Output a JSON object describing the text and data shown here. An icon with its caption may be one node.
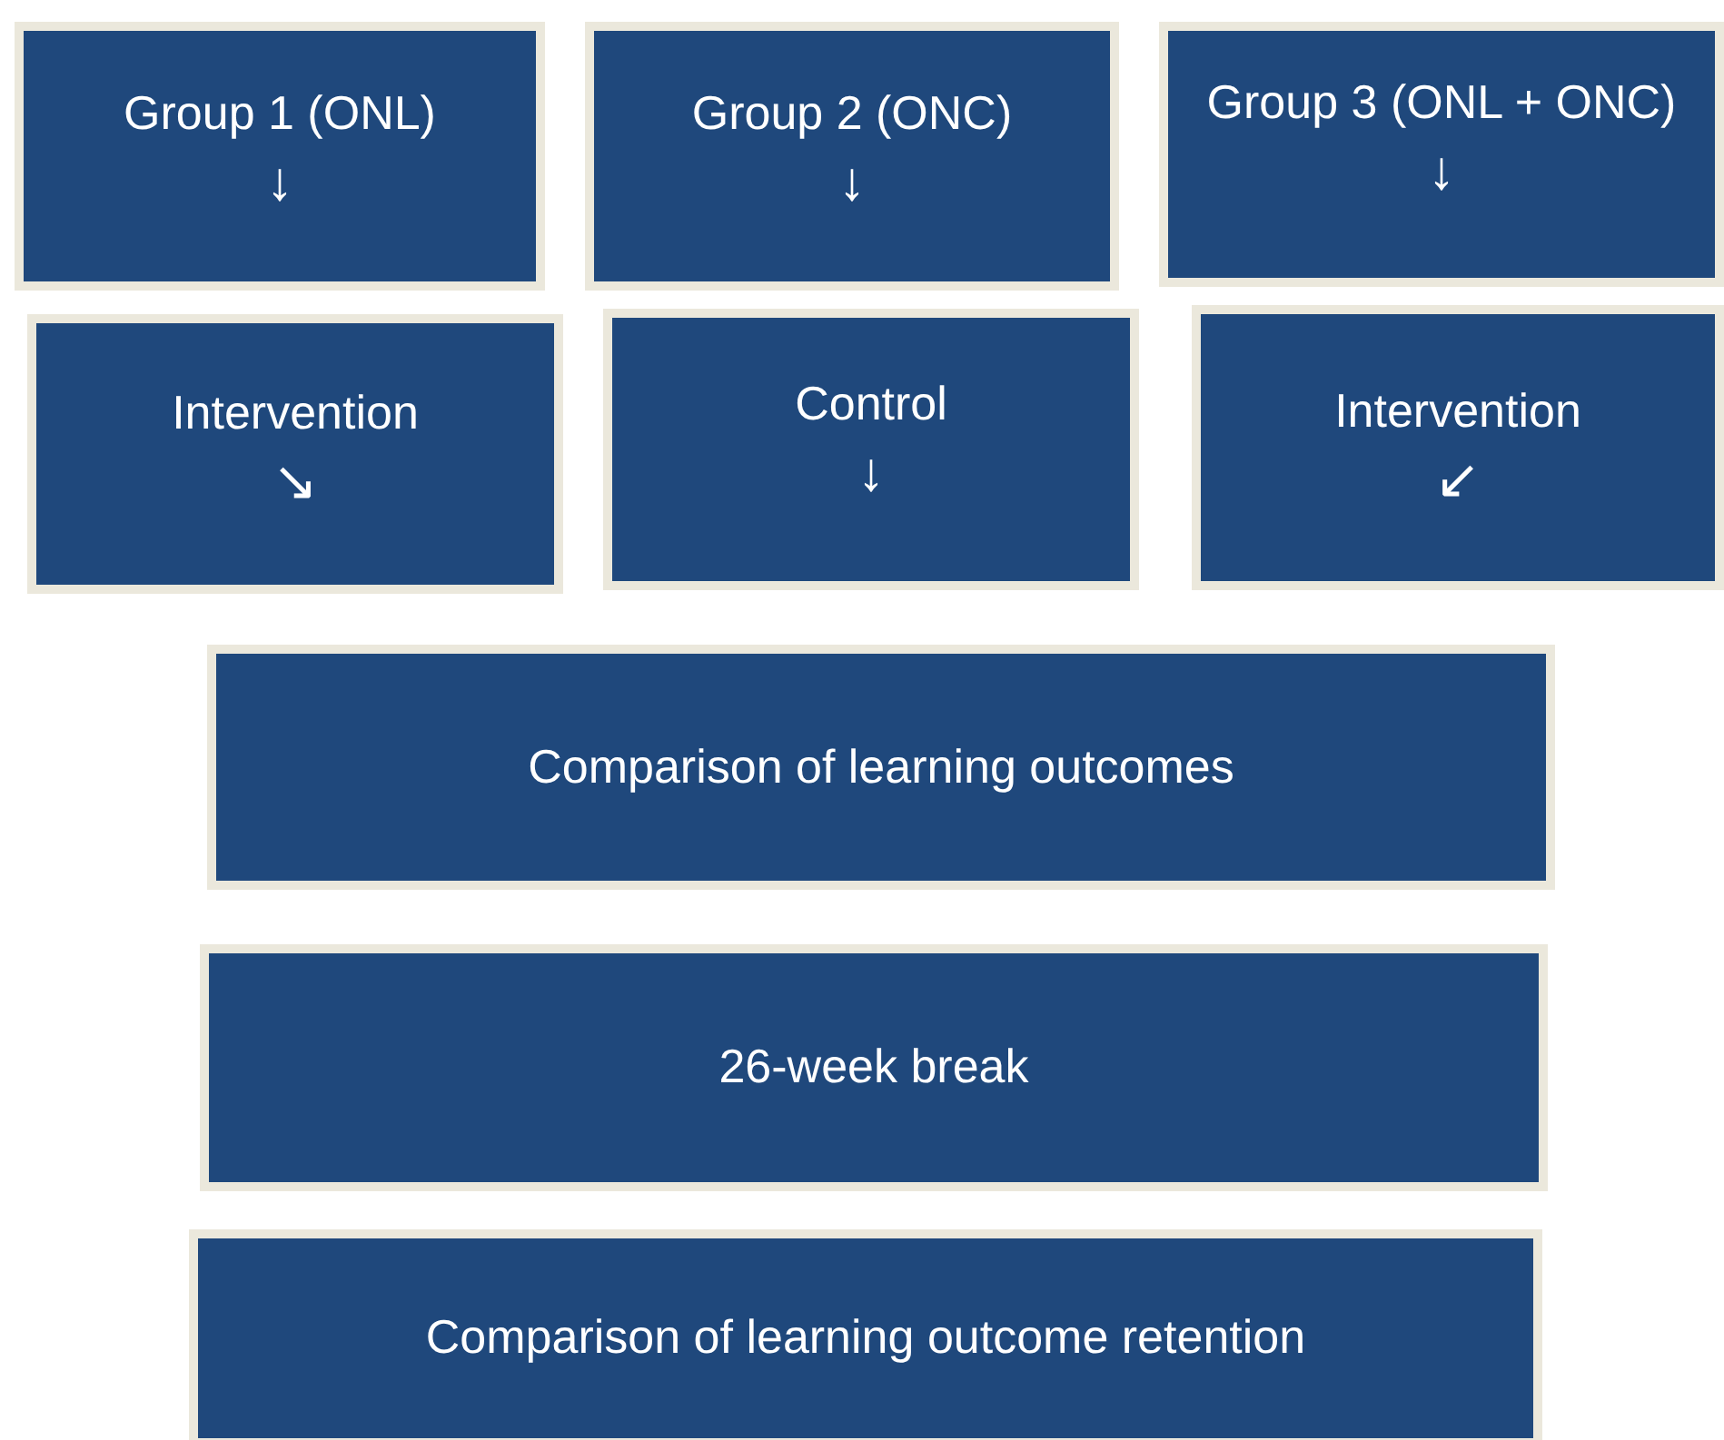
{
  "diagram": {
    "nodes": [
      {
        "text": [
          "Group 1 (ONL)",
          "↓"
        ]
      },
      {
        "text": [
          "Group 2 (ONC)",
          "↓"
        ]
      },
      {
        "text": [
          "Group 3 (ONL + ONC)",
          "↓"
        ]
      },
      {
        "text": [
          "Intervention",
          "↘"
        ]
      },
      {
        "text": [
          "Control",
          "↓"
        ]
      },
      {
        "text": [
          "Intervention",
          "↙"
        ]
      },
      {
        "text": [
          "Comparison of learning outcomes"
        ]
      },
      {
        "text": [
          "26-week break"
        ]
      },
      {
        "text": [
          "Comparison of learning outcome retention"
        ]
      }
    ]
  }
}
